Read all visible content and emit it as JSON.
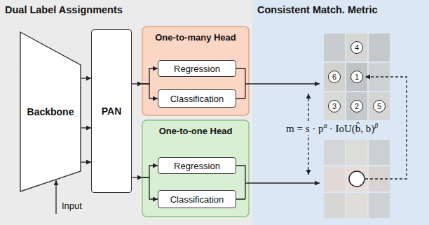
{
  "diagram": {
    "nodes": [
      {
        "text": [
          "Dual Label Assignments"
        ]
      },
      {
        "text": [
          "Backbone"
        ],
        "in": 0
      },
      {
        "text": [
          "PAN"
        ],
        "in": 0
      },
      {
        "text": [
          "One-to-many Head"
        ],
        "in": 0
      },
      {
        "text": [
          "Regression"
        ],
        "in": 3
      },
      {
        "text": [
          "Classification"
        ],
        "in": 3
      },
      {
        "text": [
          "One-to-one Head"
        ],
        "in": 0
      },
      {
        "text": [
          "Regression"
        ],
        "in": 6
      },
      {
        "text": [
          "Classification"
        ],
        "in": 6
      },
      {
        "text": [
          "Consistent Match. Metric"
        ]
      },
      {
        "text": [
          "4"
        ],
        "in": 9
      },
      {
        "text": [
          "6"
        ],
        "in": 9
      },
      {
        "text": [
          "1"
        ],
        "in": 9
      },
      {
        "text": [
          "3"
        ],
        "in": 9
      },
      {
        "text": [
          "2"
        ],
        "in": 9
      },
      {
        "text": [
          "5"
        ],
        "in": 9
      }
    ],
    "edges": [
      {
        "from": 1,
        "to": 2,
        "arrow": "to"
      },
      {
        "from": 1,
        "to": 2,
        "arrow": "to"
      },
      {
        "from": 1,
        "to": 2,
        "arrow": "to"
      },
      {
        "from": 2,
        "to": 3,
        "arrow": "to"
      },
      {
        "from": 2,
        "to": 6,
        "arrow": "to"
      },
      {
        "from": 3,
        "to": 4,
        "arrow": "to"
      },
      {
        "from": 3,
        "to": 5,
        "arrow": "to"
      },
      {
        "from": 6,
        "to": 7,
        "arrow": "to"
      },
      {
        "from": 6,
        "to": 8,
        "arrow": "to"
      }
    ],
    "labels": [
      "Input",
      "m = s · p",
      "α",
      "· IoU(b̂, b)",
      "β"
    ]
  }
}
